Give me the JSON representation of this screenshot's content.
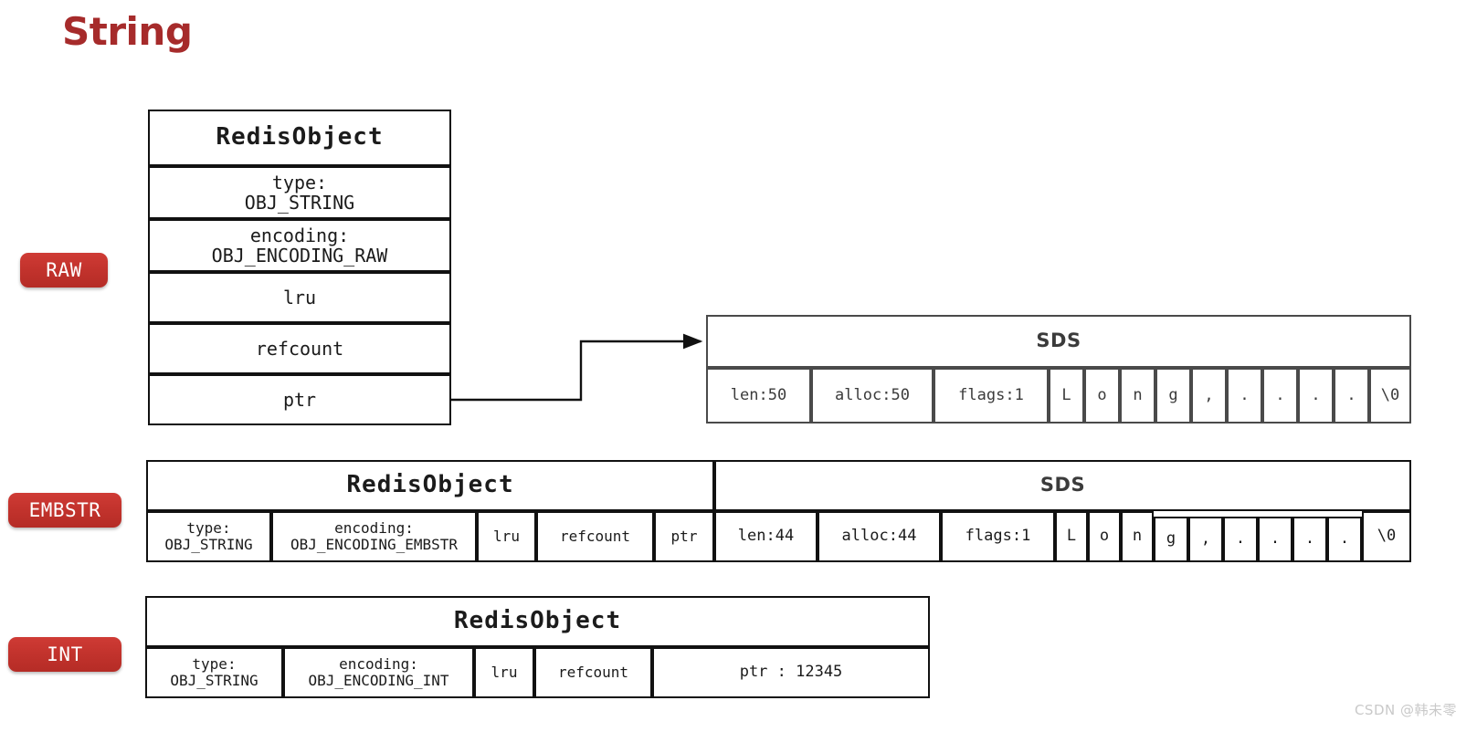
{
  "title": "String",
  "watermark": "CSDN @韩未零",
  "colors": {
    "accent_red": "#a62b2b",
    "badge_red": "#c3332d",
    "box_black": "#111111",
    "box_gray": "#4a4a4a"
  },
  "badges": {
    "raw": "RAW",
    "embstr": "EMBSTR",
    "int": "INT"
  },
  "raw": {
    "object_header": "RedisObject",
    "fields": [
      {
        "label": "type:\nOBJ_STRING"
      },
      {
        "label": "encoding:\nOBJ_ENCODING_RAW"
      },
      {
        "label": "lru"
      },
      {
        "label": "refcount"
      },
      {
        "label": "ptr"
      }
    ],
    "sds_header": "SDS",
    "sds_cells": [
      "len:50",
      "alloc:50",
      "flags:1",
      "L",
      "o",
      "n",
      "g",
      ",",
      ".",
      ".",
      ".",
      ".",
      "\\0"
    ]
  },
  "embstr": {
    "object_header": "RedisObject",
    "fields": [
      "type:\nOBJ_STRING",
      "encoding:\nOBJ_ENCODING_EMBSTR",
      "lru",
      "refcount",
      "ptr"
    ],
    "sds_header": "SDS",
    "sds_cells": [
      "len:44",
      "alloc:44",
      "flags:1",
      "L",
      "o",
      "n",
      "g",
      ",",
      ".",
      ".",
      ".",
      ".",
      "\\0"
    ]
  },
  "int": {
    "object_header": "RedisObject",
    "fields": [
      "type:\nOBJ_STRING",
      "encoding:\nOBJ_ENCODING_INT",
      "lru",
      "refcount",
      "ptr : 12345"
    ]
  }
}
